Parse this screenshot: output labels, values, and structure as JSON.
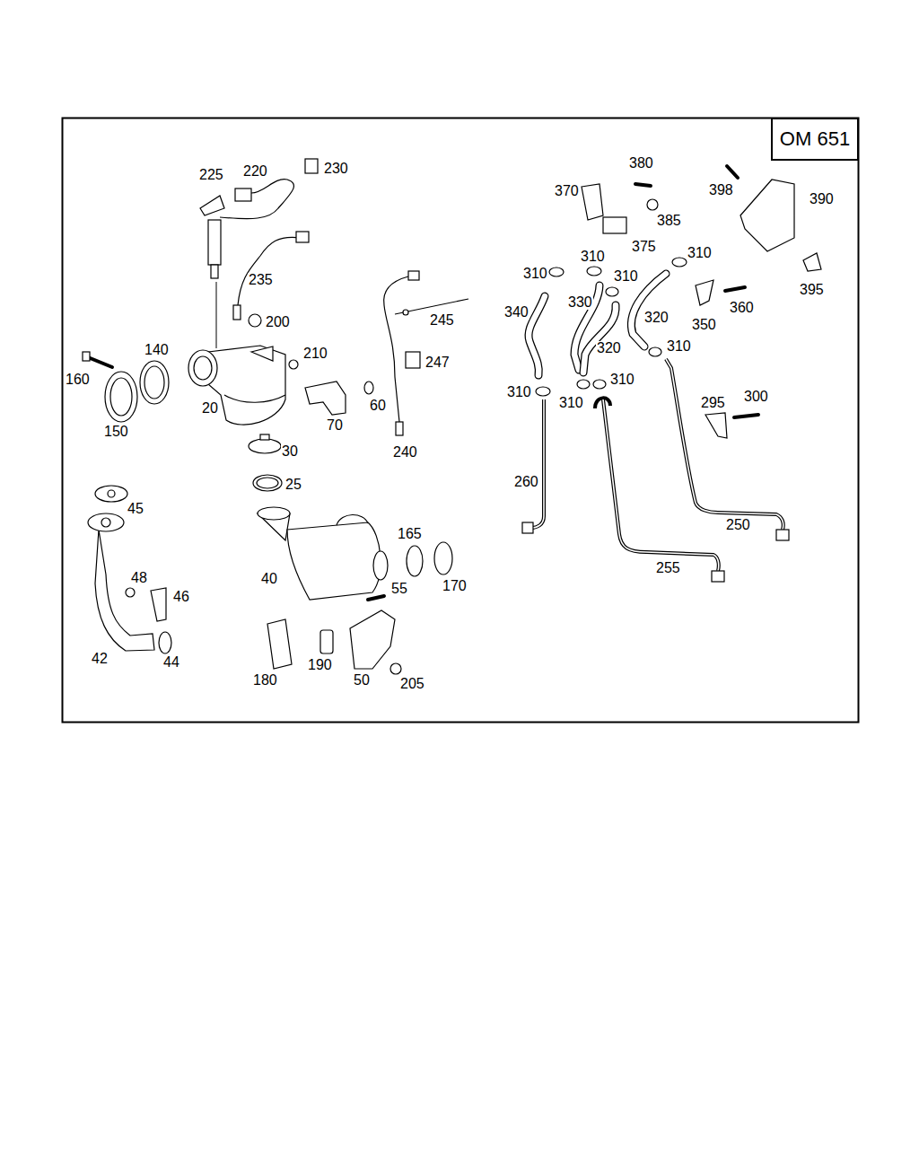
{
  "diagram": {
    "nodes": [
      {
        "text": [
          "OM 651"
        ]
      }
    ],
    "edges": [],
    "labels": [
      "225",
      "220",
      "230",
      "235",
      "200",
      "140",
      "210",
      "160",
      "20",
      "60",
      "70",
      "150",
      "30",
      "25",
      "240",
      "245",
      "247",
      "45",
      "165",
      "40",
      "48",
      "46",
      "55",
      "170",
      "42",
      "44",
      "180",
      "190",
      "50",
      "205",
      "380",
      "398",
      "370",
      "390",
      "385",
      "375",
      "310",
      "310",
      "310",
      "310",
      "395",
      "330",
      "340",
      "360",
      "320",
      "350",
      "320",
      "310",
      "310",
      "310",
      "310",
      "295",
      "300",
      "260",
      "250",
      "255"
    ]
  }
}
